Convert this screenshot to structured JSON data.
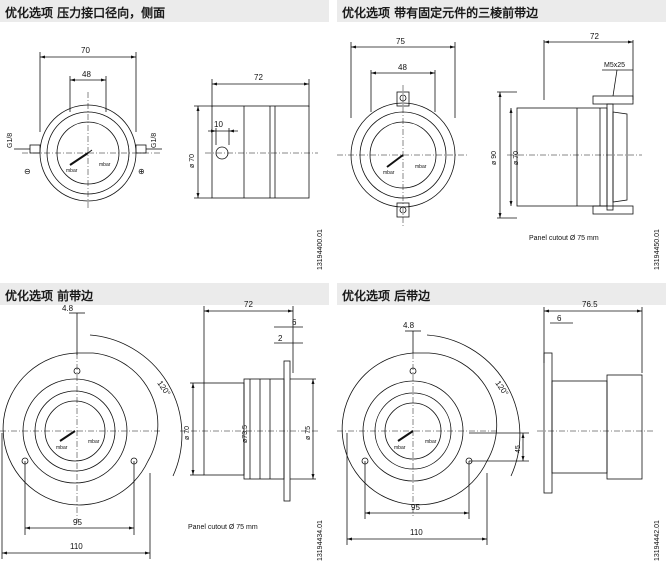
{
  "panels": [
    {
      "title": "优化选项  压力接口径向，侧面",
      "labels": {
        "d70": "70",
        "d48": "48",
        "d72": "72",
        "d10": "10",
        "dia70": "ø 70",
        "g1": "G1/8",
        "g2": "G1/8",
        "minus": "⊖",
        "plus": "⊕",
        "ref": "13194400.01"
      }
    },
    {
      "title": "优化选项  带有固定元件的三棱前带边",
      "labels": {
        "d75": "75",
        "d48": "48",
        "d72": "72",
        "m5": "M5x25",
        "dia90": "ø 90",
        "dia70": "ø 70",
        "cutout": "Panel cutout Ø 75 mm",
        "ref": "13194450.01"
      }
    },
    {
      "title": "优化选项  前带边",
      "labels": {
        "d72": "72",
        "d6": "6",
        "d2": "2",
        "d48": "4.8",
        "ang": "120°",
        "dia70": "ø 70",
        "dia735": "ø73.5",
        "dia75": "ø 75",
        "d95": "95",
        "d110": "110",
        "cutout": "Panel cutout Ø 75 mm",
        "ref": "13194434.01"
      }
    },
    {
      "title": "优化选项  后带边",
      "labels": {
        "d765": "76.5",
        "d6": "6",
        "d48": "4.8",
        "ang": "120°",
        "d45": "45",
        "d95": "95",
        "d110": "110",
        "ref": "13194442.01"
      }
    }
  ]
}
